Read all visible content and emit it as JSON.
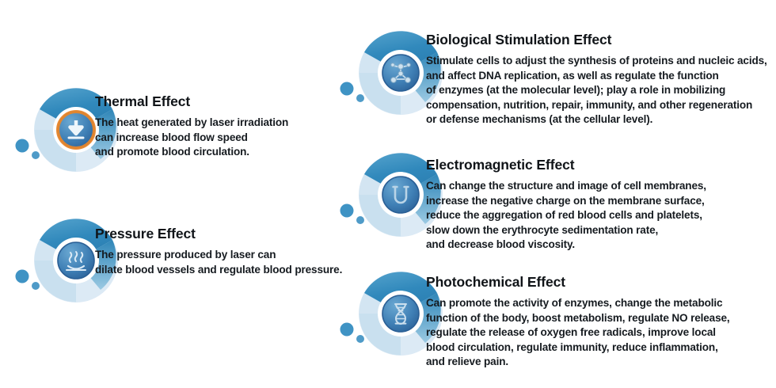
{
  "palette": {
    "ring_dark": "#2f86b8",
    "ring_mid": "#6fb2d4",
    "ring_light": "#c9e0ef",
    "ring_pale": "#dceaf5",
    "inner_disc": "#2f6ea8",
    "inner_disc_light": "#5e9ecb",
    "white_ring": "#ffffff",
    "dot": "#3f93c4",
    "accent_orange": "#e8862a",
    "title_color": "#101418",
    "body_color": "#161b20",
    "background": "#ffffff"
  },
  "effects": [
    {
      "id": "thermal",
      "icon_name": "heat-press-down-icon",
      "title": "Thermal Effect",
      "lines": [
        "The heat generated by laser irradiation",
        "can increase blood flow speed",
        " and promote blood circulation."
      ]
    },
    {
      "id": "pressure",
      "icon_name": "pressure-waves-icon",
      "title": "Pressure Effect",
      "lines": [
        "The pressure produced by laser can",
        " dilate blood vessels and regulate blood pressure."
      ]
    },
    {
      "id": "biological",
      "icon_name": "molecule-icon",
      "title": "Biological Stimulation Effect",
      "lines": [
        "Stimulate cells to adjust the synthesis of proteins and nucleic acids,",
        " and affect DNA replication, as well as regulate the function",
        "of enzymes (at the molecular level); play a role in mobilizing",
        "compensation, nutrition, repair, immunity, and other regeneration",
        "or defense mechanisms (at the cellular level)."
      ]
    },
    {
      "id": "electromagnetic",
      "icon_name": "horseshoe-magnet-icon",
      "title": "Electromagnetic Effect",
      "lines": [
        "Can change the structure and image of cell membranes,",
        "increase the negative charge on the membrane surface,",
        " reduce the aggregation of red blood cells and platelets,",
        "slow down the erythrocyte sedimentation rate,",
        "and decrease blood viscosity."
      ]
    },
    {
      "id": "photochemical",
      "icon_name": "dna-helix-icon",
      "title": "Photochemical Effect",
      "lines": [
        "Can promote the activity of enzymes, change the metabolic",
        " function of the body, boost metabolism, regulate NO release,",
        " regulate the release of oxygen free radicals, improve local",
        " blood circulation, regulate immunity, reduce inflammation,",
        " and relieve pain."
      ]
    }
  ]
}
